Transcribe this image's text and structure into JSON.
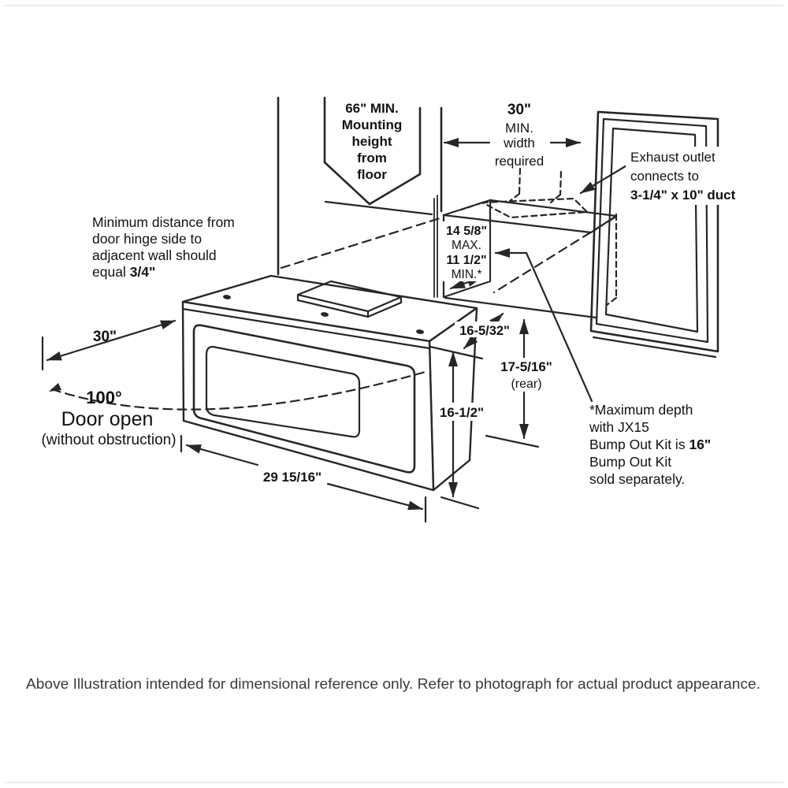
{
  "colors": {
    "line": "#262626",
    "text": "#121212",
    "caption": "#3a3a3a",
    "background": "#ffffff"
  },
  "caption": "Above Illustration intended for dimensional reference only. Refer to photograph for actual product appearance.",
  "labels": {
    "mounting_height": {
      "value": "66\" MIN.",
      "word1": "Mounting",
      "word2": "height",
      "word3": "from",
      "word4": "floor"
    },
    "width_required": {
      "value": "30\"",
      "min": "MIN.",
      "word1": "width",
      "word2": "required"
    },
    "exhaust_outlet": {
      "line1": "Exhaust outlet",
      "line2": "connects to",
      "line3": "3-1/4\" x 10\" duct"
    },
    "hinge_clearance": {
      "line1": "Minimum distance from",
      "line2": "door hinge side to",
      "line3": "adjacent wall should",
      "line4_text": "equal ",
      "line4_value": "3/4\""
    },
    "cavity_depth": {
      "max_value": "14 5/8\"",
      "max_label": "MAX.",
      "min_value": "11 1/2\"",
      "min_label": "MIN.*"
    },
    "rear_gap": "16-5/32\"",
    "rear_height": {
      "value": "17-5/16\"",
      "note": "(rear)"
    },
    "front_height": "16-1/2\"",
    "body_width": "29 15/16\"",
    "door_clearance": "30\"",
    "door_swing": {
      "angle": "100°",
      "line1": "Door open",
      "line2": "(without obstruction)"
    },
    "depth_note": {
      "line1": "*Maximum depth",
      "line2": "with JX15",
      "line3_text": "Bump Out Kit is ",
      "line3_value": "16\"",
      "line4": "Bump Out Kit",
      "line5": "sold separately."
    }
  }
}
